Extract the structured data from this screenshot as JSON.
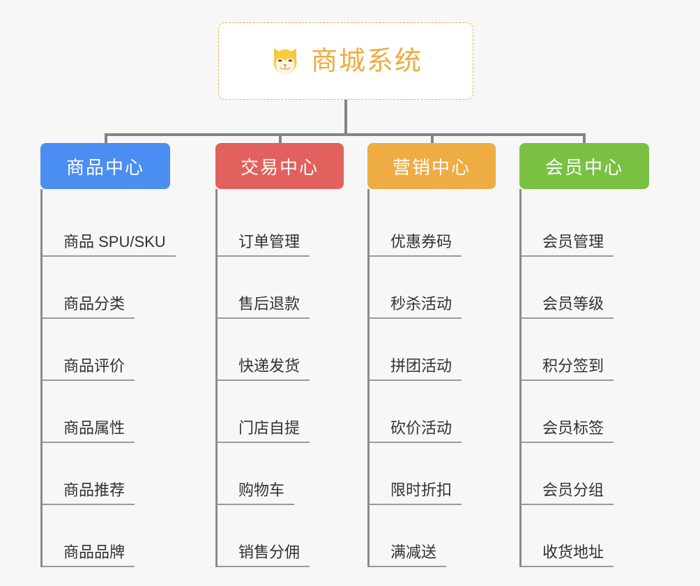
{
  "diagram": {
    "background_color": "#f7f7f7",
    "root": {
      "title": "商城系统",
      "icon": "shiba-dog-icon",
      "border_color": "#f0ab3d",
      "text_color": "#eeac42"
    },
    "connector_color": "#848484",
    "columns": [
      {
        "id": "product-center",
        "label": "商品中心",
        "color": "#4a8ef2",
        "items": [
          "商品 SPU/SKU",
          "商品分类",
          "商品评价",
          "商品属性",
          "商品推荐",
          "商品品牌"
        ]
      },
      {
        "id": "trade-center",
        "label": "交易中心",
        "color": "#e2605e",
        "items": [
          "订单管理",
          "售后退款",
          "快递发货",
          "门店自提",
          "购物车",
          "销售分佣"
        ]
      },
      {
        "id": "marketing-center",
        "label": "营销中心",
        "color": "#eeac42",
        "items": [
          "优惠券码",
          "秒杀活动",
          "拼团活动",
          "砍价活动",
          "限时折扣",
          "满减送"
        ]
      },
      {
        "id": "member-center",
        "label": "会员中心",
        "color": "#7ac143",
        "items": [
          "会员管理",
          "会员等级",
          "积分签到",
          "会员标签",
          "会员分组",
          "收货地址"
        ]
      }
    ]
  }
}
